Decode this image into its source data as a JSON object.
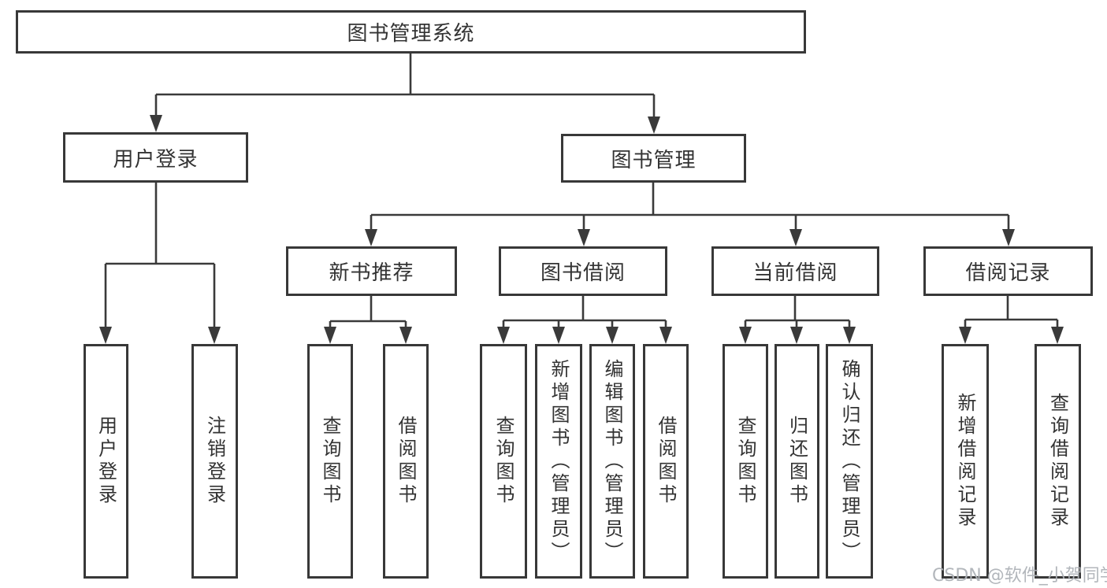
{
  "root": {
    "label": "图书管理系统"
  },
  "level1": [
    {
      "label": "用户登录"
    },
    {
      "label": "图书管理"
    }
  ],
  "level2": [
    {
      "label": "新书推荐",
      "parent": "图书管理"
    },
    {
      "label": "图书借阅",
      "parent": "图书管理"
    },
    {
      "label": "当前借阅",
      "parent": "图书管理"
    },
    {
      "label": "借阅记录",
      "parent": "图书管理"
    }
  ],
  "leaves": [
    {
      "label": "用户登录",
      "parent": "用户登录"
    },
    {
      "label": "注销登录",
      "parent": "用户登录"
    },
    {
      "label": "查询图书",
      "parent": "新书推荐"
    },
    {
      "label": "借阅图书",
      "parent": "新书推荐"
    },
    {
      "label": "查询图书",
      "parent": "图书借阅"
    },
    {
      "label": "新增图书（管理员）",
      "parent": "图书借阅"
    },
    {
      "label": "编辑图书（管理员）",
      "parent": "图书借阅"
    },
    {
      "label": "借阅图书",
      "parent": "图书借阅"
    },
    {
      "label": "查询图书",
      "parent": "当前借阅"
    },
    {
      "label": "归还图书",
      "parent": "当前借阅"
    },
    {
      "label": "确认归还（管理员）",
      "parent": "当前借阅"
    },
    {
      "label": "新增借阅记录",
      "parent": "借阅记录"
    },
    {
      "label": "查询借阅记录",
      "parent": "借阅记录"
    }
  ],
  "watermark": {
    "label": "CSDN @软件_小贺同学"
  },
  "colors": {
    "line": "#3a3a3a",
    "box_border": "#383838",
    "box_background": "#ffffff",
    "text": "#333333",
    "watermark": "#aeb2b7"
  }
}
